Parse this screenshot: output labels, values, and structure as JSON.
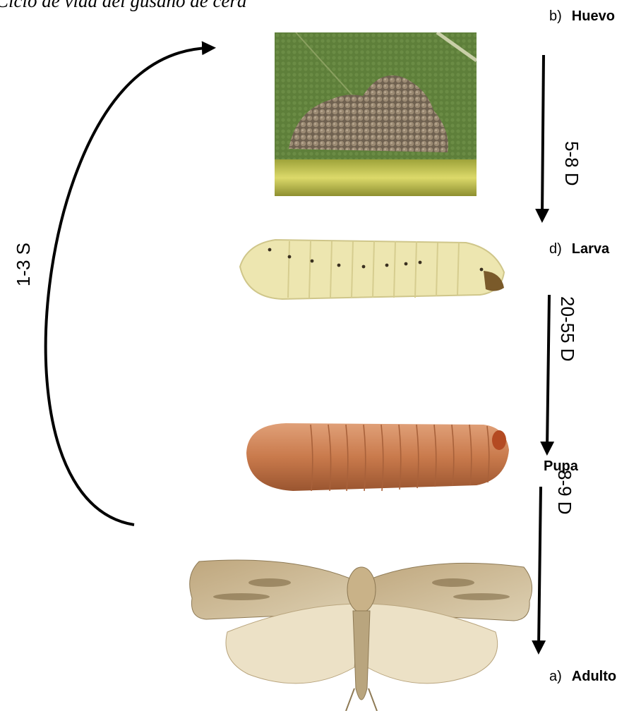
{
  "title": "Ciclo de vida del gusano de cera",
  "stages": {
    "egg": {
      "letter": "b)",
      "name": "Huevo"
    },
    "larva": {
      "letter": "d)",
      "name": "Larva"
    },
    "pupa": {
      "letter": "",
      "name": "Pupa"
    },
    "adult": {
      "letter": "a)",
      "name": "Adulto"
    }
  },
  "durations": {
    "egg_to_larva": "5-8 D",
    "larva_to_pupa": "20-55 D",
    "pupa_to_adult": "8-9 D",
    "adult_to_egg": "1-3 S"
  },
  "colors": {
    "leaf": "#5d7d3a",
    "eggs": "#8a7862",
    "larva": "#ede6b0",
    "pupa": "#c97a4c",
    "moth": "#cdb995",
    "arrow": "#000000"
  },
  "icons": [
    "egg-cluster-image",
    "larva-image",
    "pupa-image",
    "moth-image",
    "arrow"
  ]
}
